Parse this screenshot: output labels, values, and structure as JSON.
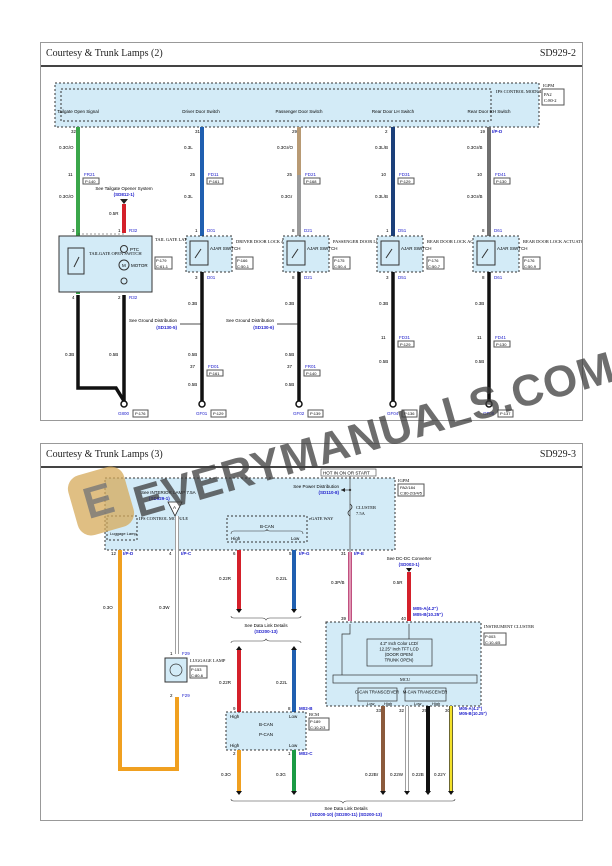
{
  "diagram2": {
    "title": "Courtesy & Trunk Lamps (2)",
    "code": "SD929-2",
    "module": {
      "name": "IPS CONTROL MODULE",
      "ref": "IGPM",
      "conn1": "PA2",
      "conn2": "C:80-2"
    },
    "module_pins": [
      {
        "label": "Tailgate Open Signal",
        "pin": "32"
      },
      {
        "label": "Driver Door Switch",
        "pin": "31"
      },
      {
        "label": "Passenger Door Switch",
        "pin": "29"
      },
      {
        "label": "Rear Door LH Switch",
        "pin": "2"
      },
      {
        "label": "Rear Door RH Switch",
        "pin": "19",
        "conn": "I/P-D"
      }
    ],
    "tailgate": {
      "wire_top": "0.3G/O",
      "wire_mid": "0.3G/O",
      "joint_pin": "11",
      "joint": "FR21",
      "joint_ref": "P:140",
      "see_text": "See Tailgate Opener System",
      "see_ref": "(SD812-1)",
      "red_wire": "0.5R",
      "pin_left": "3",
      "pin_right": "1",
      "conn": "R32",
      "switch_label": "TAILGATE OPEN SWITCH",
      "ptc": "PTC",
      "motor": "MOTOR",
      "m": "M",
      "latch_label": "TAIL GATE LATCH",
      "latch_ref1": "P:179",
      "latch_ref2": "C:61-1",
      "pin_b_left": "4",
      "pin_b_right": "2",
      "conn_b": "R32",
      "wire_b1": "0.3B",
      "wire_b2": "0.5B",
      "ground": "G800",
      "ground_ref": "P:176"
    },
    "doors": [
      {
        "wire1": "0.3L",
        "jpin": "25",
        "joint": "FD11",
        "jref": "P:161",
        "wire2": "0.3L",
        "pin_in": "1",
        "conn": "D01",
        "switch": "AJAR SWITCH",
        "label": "DRIVER DOOR LOCK ACTUATOR",
        "ref1": "P:166",
        "ref2": "C:50-1",
        "pin_out": "3",
        "conn_out": "D01",
        "wire3": "0.3B",
        "see": "See Ground Distribution",
        "see_ref": "(SD130-5)",
        "wire4": "0.5B",
        "jpin2": "37",
        "joint2": "FD01",
        "jref2": "P:161",
        "wire5": "0.5B",
        "ground": "GF01",
        "gref": "P:129"
      },
      {
        "wire1": "0.3Gr/O",
        "jpin": "25",
        "joint": "FD21",
        "jref": "P:168",
        "wire2": "0.3Gr",
        "pin_in": "8",
        "conn": "D21",
        "switch": "AJAR SWITCH",
        "label": "PASSENGER DOOR LOCK ACTUATOR",
        "ref1": "P:175",
        "ref2": "C:50-4",
        "pin_out": "8",
        "conn_out": "D21",
        "wire3": "0.3B",
        "see": "See Ground Distribution",
        "see_ref": "(SD130-6)",
        "wire4": "0.5B",
        "jpin2": "37",
        "joint2": "FR01",
        "jref2": "P:140",
        "wire5": "0.5B",
        "ground": "GF02",
        "gref": "P:139"
      },
      {
        "wire1": "0.3L/B",
        "jpin": "10",
        "joint": "FD31",
        "jref": "P:129",
        "wire2": "0.3L/B",
        "pin_in": "1",
        "conn": "D51",
        "switch": "AJAR SWITCH",
        "label": "REAR DOOR LOCK ACTUATOR LH",
        "ref1": "P:176",
        "ref2": "C:50-7",
        "pin_out": "3",
        "conn_out": "D51",
        "wire3": "0.3B",
        "wire4": "0.5B",
        "jpin2": "11",
        "joint2": "FD31",
        "jref2": "P:129",
        "ground": "GF04",
        "gref": "P:136"
      },
      {
        "wire1": "0.3Gr/B",
        "jpin": "10",
        "joint": "FD41",
        "jref": "P:130",
        "wire2": "0.3Gr/B",
        "pin_in": "8",
        "conn": "D61",
        "switch": "AJAR SWITCH",
        "label": "REAR DOOR LOCK ACTUATOR RH",
        "ref1": "P:176",
        "ref2": "C:50-9",
        "pin_out": "8",
        "conn_out": "D61",
        "wire3": "0.3B",
        "wire4": "0.5B",
        "jpin2": "11",
        "joint2": "FD41",
        "jref2": "P:130",
        "ground": "GF08",
        "gref": "P:137"
      }
    ]
  },
  "diagram3": {
    "title": "Courtesy & Trunk Lamps (3)",
    "code": "SD929-3",
    "hot_label": "HOT IN ON OR START",
    "power_see": "See Power Distribution",
    "power_ref": "(SD110-8)",
    "fuse": "CLUSTER",
    "fuse_amp": "7.5A",
    "igpm": "IGPM",
    "igpm_ref1": "PA2/184",
    "igpm_ref2": "C:80-2/3/4/5",
    "interior_see": "See INTERIOR LAMP 7.5A",
    "interior_ref": "(SD929-1)",
    "node": "A",
    "ips_label": "IPS CONTROL MODULE",
    "lug_label": "Luggage Lamp",
    "gate_label": "eGATE WAY",
    "bcan": "B-CAN",
    "high": "High",
    "low": "Low",
    "pins_top": [
      {
        "pin": "12",
        "conn": "I/P-D",
        "wire": "0.3O"
      },
      {
        "pin": "4",
        "conn": "I/P-C",
        "wire": "0.3W"
      },
      {
        "pin": "6",
        "conn": "",
        "wire": "0.22R"
      },
      {
        "pin": "5",
        "conn": "I/P-G",
        "wire": "0.22L"
      },
      {
        "pin": "31",
        "conn": "I/P-E",
        "wire": "0.3P/B"
      }
    ],
    "lamp": {
      "pin_top": "1",
      "conn": "F29",
      "label": "LUGGAGE LAMP",
      "ref1": "P:153",
      "ref2": "C:80-6",
      "pin_bot": "2",
      "conn_bot": "F29"
    },
    "datalink_see": "See Data Link Details",
    "datalink_ref": "(SD200-13)",
    "bcm": {
      "wire_r": "0.22R",
      "wire_l": "0.22L",
      "pin_l": "9",
      "pin_r": "8",
      "conn": "M02-B",
      "label": "BCM",
      "ref1": "P:189",
      "ref2": "C:10-2/3",
      "bcan": "B-CAN",
      "pcan": "P-CAN",
      "out_pin_l": "2",
      "out_pin_r": "1",
      "out_conn": "M02-C",
      "wire_o": "0.3O",
      "wire_g": "0.3G"
    },
    "dcdc_see": "See DC-DC Converter",
    "dcdc_ref": "(SD003-1)",
    "dcdc_wire": "0.5R",
    "cluster": {
      "pin_l": "39",
      "pin_r": "40",
      "conn_a": "M05-A(4.2\")",
      "conn_b": "M05-B(10.25\")",
      "label": "INSTRUMENT CLUSTER",
      "ref1": "P:003",
      "ref2": "C:10-4/5",
      "lcd1": "4.2\" Inch Color LCD/",
      "lcd2": "12.25\" Inch TFT LCD",
      "lcd3": "(DOOR OPEN/",
      "lcd4": "TRUNK OPEN)",
      "mcu": "MCU",
      "ccan": "C-CAN TRANSCEIVER",
      "mcan": "M-CAN TRANSCEIVER",
      "pins": [
        "33",
        "32",
        "29",
        "30"
      ],
      "conn_out_a": "M05-A(4.2\")",
      "conn_out_b": "M05-B(10.25\")",
      "wires": [
        "0.22Br",
        "0.22W",
        "0.22B",
        "0.22Y"
      ]
    },
    "bottom_see": "See Data Link Details",
    "bottom_refs": "(SD200-10) (SD200-11) (SD200-13)"
  },
  "watermark": "EVERYMANUALS.COM",
  "colors": {
    "panel": "#d3ebf7",
    "blue_text": "#2222cc",
    "green": "#3aa64a",
    "red": "#d4202a",
    "blue": "#1f5fb0",
    "tan": "#b89a74",
    "gray": "#8a8a8a",
    "dblue": "#1b3f7a",
    "orange": "#f0a020",
    "pink": "#d88aa8",
    "brown": "#8b5a3c",
    "yellow": "#f3e12a"
  }
}
